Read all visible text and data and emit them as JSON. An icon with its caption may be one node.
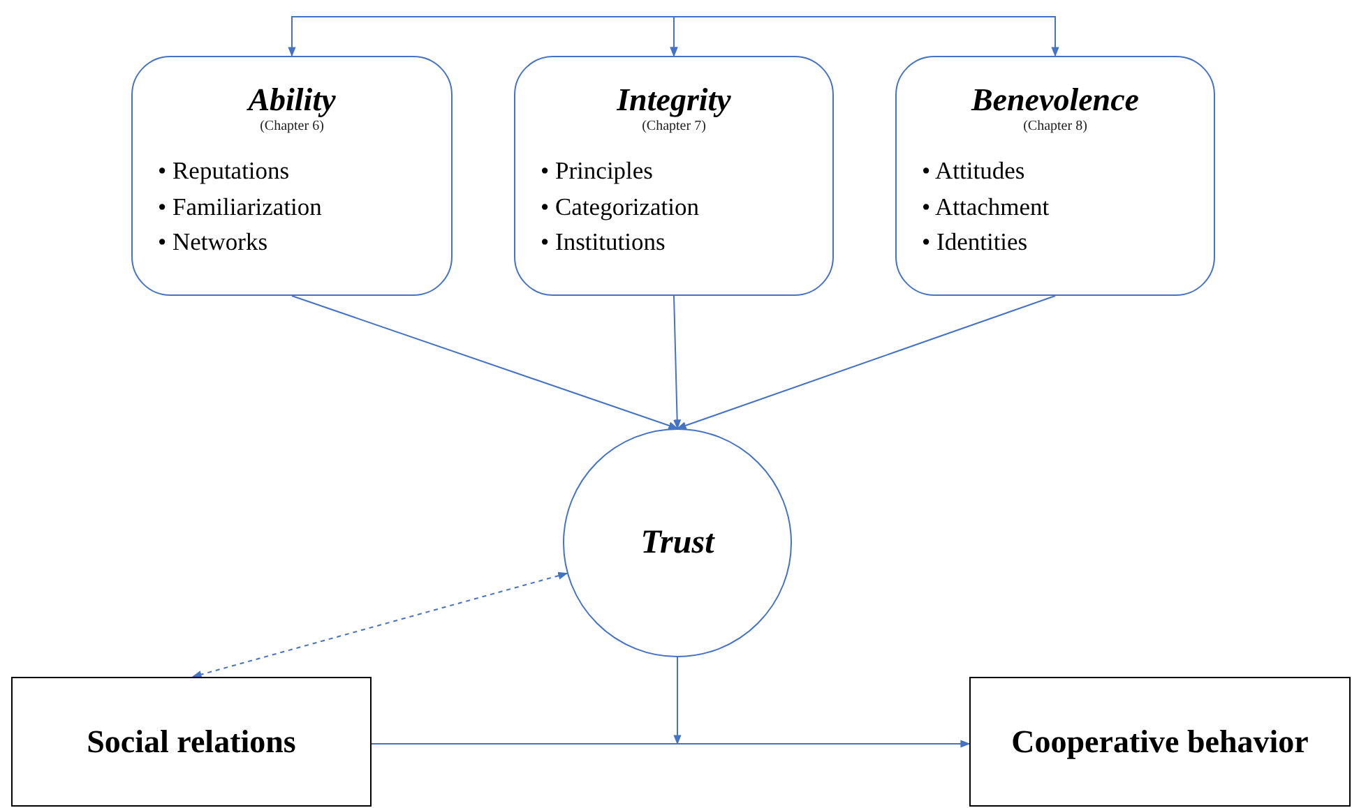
{
  "diagram": {
    "nodes": [
      {
        "text": [
          "Ability",
          "(Chapter 6)",
          "• Reputations",
          "• Familiarization",
          "• Networks"
        ]
      },
      {
        "text": [
          "Integrity",
          "(Chapter 7)",
          "• Principles",
          "• Categorization",
          "• Institutions"
        ]
      },
      {
        "text": [
          "Benevolence",
          "(Chapter 8)",
          "• Attitudes",
          "• Attachment",
          "• Identities"
        ]
      },
      {
        "text": [
          "Trust"
        ]
      },
      {
        "text": [
          "Social relations"
        ]
      },
      {
        "text": [
          "Cooperative behavior"
        ]
      }
    ],
    "edges": [
      {
        "from": 0,
        "to": 1,
        "arrow": "both"
      },
      {
        "from": 1,
        "to": 2,
        "arrow": "both"
      },
      {
        "from": 0,
        "to": 3,
        "arrow": "to"
      },
      {
        "from": 1,
        "to": 3,
        "arrow": "to"
      },
      {
        "from": 2,
        "to": 3,
        "arrow": "to"
      },
      {
        "from": 3,
        "to": 4,
        "arrow": "both",
        "style": "dashed"
      },
      {
        "from": 3,
        "to": null,
        "arrow": "to"
      },
      {
        "from": 4,
        "to": 5,
        "arrow": "to"
      }
    ]
  }
}
